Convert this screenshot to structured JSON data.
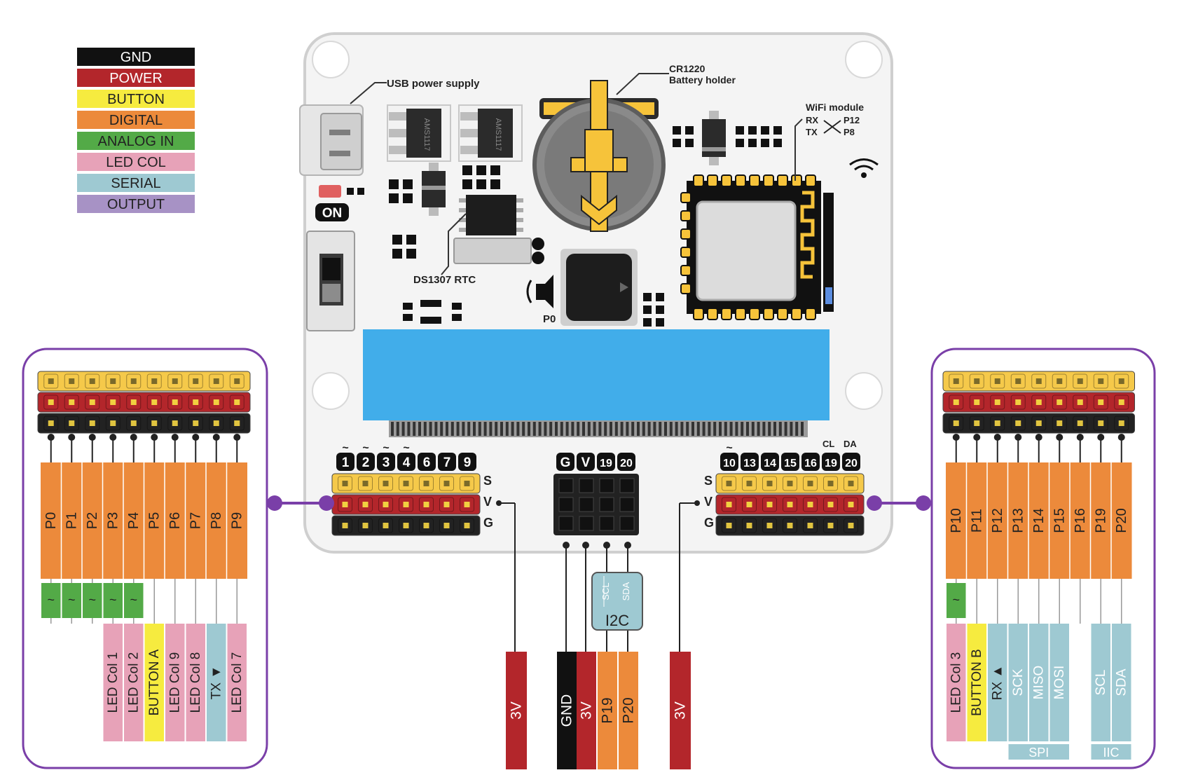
{
  "legend": [
    {
      "label": "GND",
      "color": "#111111",
      "text": "#ffffff"
    },
    {
      "label": "POWER",
      "color": "#b3262b",
      "text": "#ffffff"
    },
    {
      "label": "BUTTON",
      "color": "#f6eb3f",
      "text": "#222222"
    },
    {
      "label": "DIGITAL",
      "color": "#ec8a3b",
      "text": "#222222"
    },
    {
      "label": "ANALOG IN",
      "color": "#53aa47",
      "text": "#222222"
    },
    {
      "label": "LED COL",
      "color": "#e7a2b8",
      "text": "#222222"
    },
    {
      "label": "SERIAL",
      "color": "#9ec9d2",
      "text": "#222222"
    },
    {
      "label": "OUTPUT",
      "color": "#a792c5",
      "text": "#222222"
    }
  ],
  "colors": {
    "gnd": "#111111",
    "power": "#b3262b",
    "button": "#f6eb3f",
    "digital": "#ec8a3b",
    "analog": "#53aa47",
    "ledcol": "#e7a2b8",
    "serial": "#9ec9d2",
    "output": "#a792c5",
    "outline": "#7a3fa8",
    "screen": "#41adea",
    "header_yellow": "#f5c94a"
  },
  "board": {
    "usb_label": "USB power supply",
    "battery_label_1": "CR1220",
    "battery_label_2": "Battery holder",
    "wifi_label": "WiFi module",
    "wifi_rx": "RX",
    "wifi_tx": "TX",
    "wifi_p12": "P12",
    "wifi_p8": "P8",
    "rtc_label": "DS1307 RTC",
    "on_label": "ON",
    "buzzer_pin": "P0",
    "chip_text": "AMS1117",
    "row_s": "S",
    "row_v": "V",
    "row_g": "G",
    "mid_v": "V",
    "left_nums": [
      "1",
      "2",
      "3",
      "4",
      "6",
      "7",
      "9"
    ],
    "left_tilde": [
      "~",
      "~",
      "~",
      "~"
    ],
    "mid_nums": [
      "G",
      "V",
      "19",
      "20"
    ],
    "right_nums": [
      "10",
      "13",
      "14",
      "15",
      "16",
      "19",
      "20"
    ],
    "right_tilde": [
      "~"
    ],
    "right_cl": "CL",
    "right_da": "DA",
    "i2c_scl": "SCL",
    "i2c_sda": "SDA",
    "i2c_label": "I2C"
  },
  "left_panel": {
    "pins": [
      "P0",
      "P1",
      "P2",
      "P3",
      "P4",
      "P5",
      "P6",
      "P7",
      "P8",
      "P9"
    ],
    "analog": [
      "~",
      "~",
      "~",
      "~",
      "~"
    ],
    "functions": [
      "LED Col 1",
      "LED Col 2",
      "BUTTON A",
      "LED Col 9",
      "LED Col 8",
      "TX ▼",
      "LED Col 7"
    ]
  },
  "right_panel": {
    "pins": [
      "P10",
      "P11",
      "P12",
      "P13",
      "P14",
      "P15",
      "P16",
      "P19",
      "P20"
    ],
    "analog": [
      "~"
    ],
    "functions": [
      "LED Col 3",
      "BUTTON B",
      "RX ▲",
      "SCK",
      "MISO",
      "MOSI",
      "SCL",
      "SDA"
    ],
    "spi_label": "SPI",
    "iic_label": "IIC"
  },
  "bottom": {
    "left_3v": "3V",
    "gnd": "GND",
    "mid_3v": "3V",
    "p19": "P19",
    "p20": "P20",
    "right_3v": "3V"
  }
}
